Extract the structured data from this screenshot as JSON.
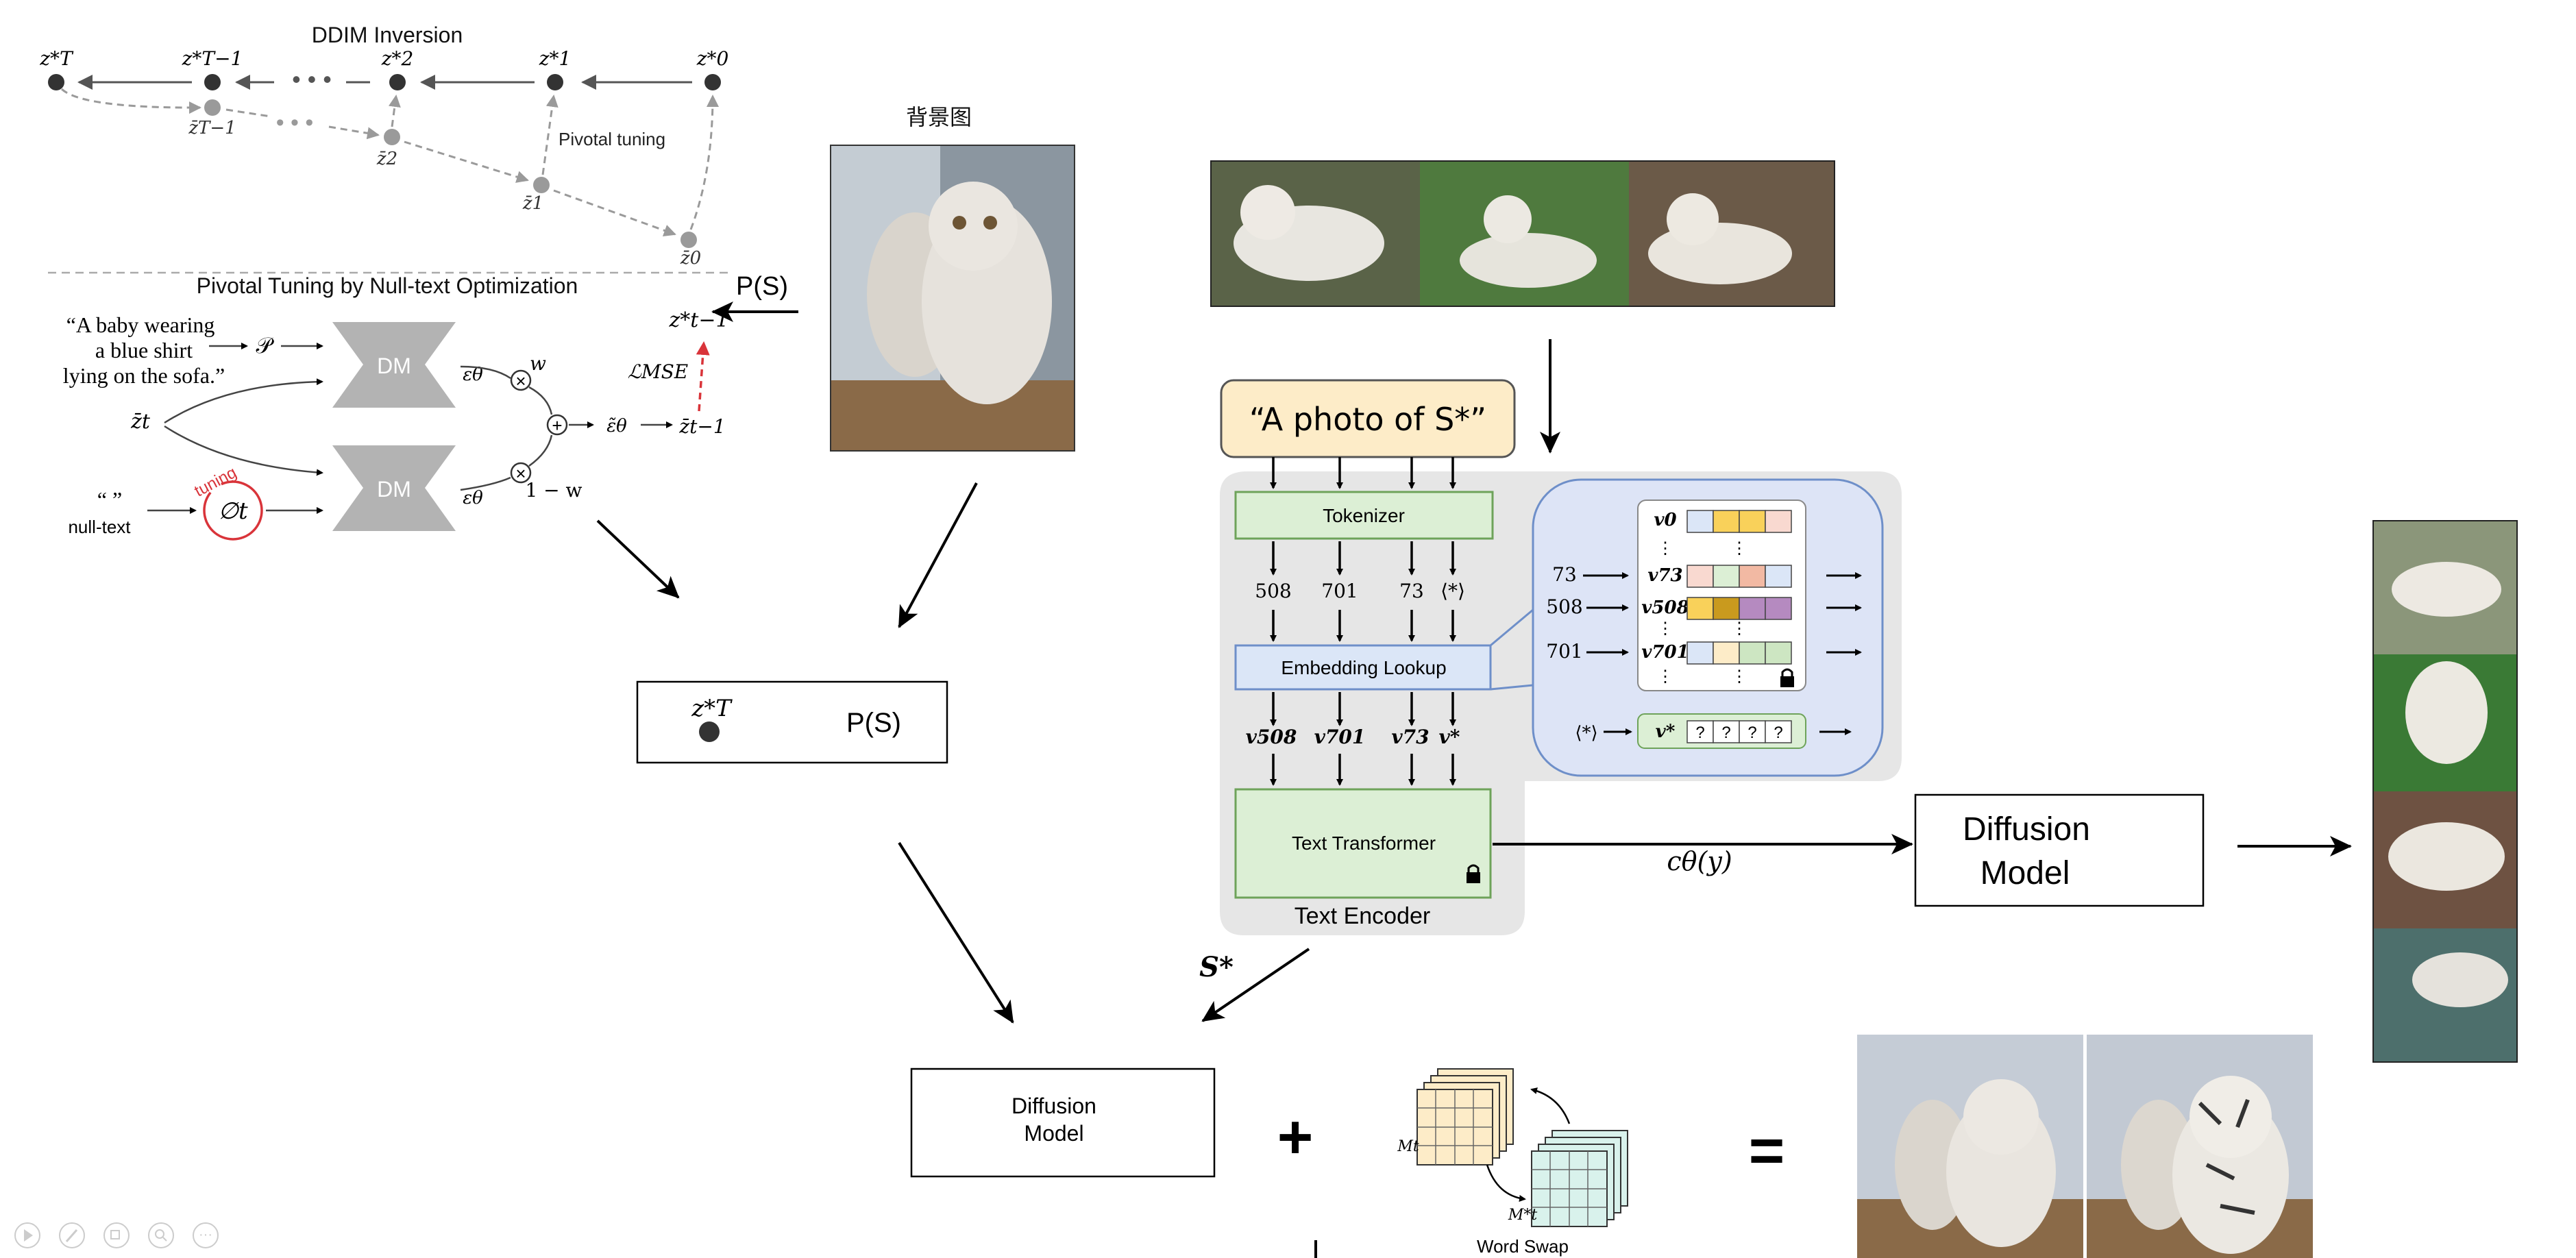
{
  "ddim": {
    "title": "DDIM Inversion",
    "z_T": "z*T",
    "z_T1": "z*T−1",
    "z_2": "z*2",
    "z_1": "z*1",
    "z_0": "z*0",
    "zb_T1": "z̄T−1",
    "zb_2": "z̄2",
    "zb_1": "z̄1",
    "zb_0": "z̄0",
    "pivotal_label": "Pivotal tuning"
  },
  "pivotal": {
    "title": "Pivotal Tuning by Null-text Optimization",
    "prompt_line1": "“A baby wearing",
    "prompt_line2": "a blue shirt",
    "prompt_line3": "lying on the sofa.”",
    "p_symbol": "𝒫",
    "zt": "z̄t",
    "dm": "DM",
    "eps": "εθ",
    "w": "w",
    "one_minus_w": "1 − w",
    "eps_tilde": "ε̃θ",
    "z_t_minus": "z̄t−1",
    "z_star_tminus": "z*t−1",
    "lmse": "ℒMSE",
    "null_quotes": "“ ”",
    "null_text": "null-text",
    "tuning": "tuning",
    "phi": "∅t",
    "ps_label": "P(S)"
  },
  "background": {
    "title": "背景图"
  },
  "latent_box": {
    "symbol": "z*T",
    "label": "P(S)"
  },
  "textual_inversion": {
    "prompt": "“A photo of S*”",
    "tokenizer": "Tokenizer",
    "tokens": [
      "508",
      "701",
      "73",
      "⟨*⟩"
    ],
    "embedding_lookup": "Embedding Lookup",
    "vectors": [
      "v508",
      "v701",
      "v73",
      "v*"
    ],
    "text_transformer": "Text Transformer",
    "text_encoder": "Text Encoder",
    "c_theta": "cθ(y)",
    "s_star": "S*",
    "table_rows": [
      {
        "idx": "",
        "v": "v0"
      },
      {
        "idx": "73",
        "v": "v73"
      },
      {
        "idx": "508",
        "v": "v508"
      },
      {
        "idx": "701",
        "v": "v701"
      }
    ],
    "star_token": "⟨*⟩",
    "star_v": "v*",
    "qmark": "?",
    "vdots": "⋮"
  },
  "diffusion_right": {
    "line1": "Diffusion",
    "line2": "Model"
  },
  "diffusion_bottom": {
    "line1": "Diffusion",
    "line2": "Model"
  },
  "operators": {
    "plus": "+",
    "equals": "="
  },
  "word_swap": {
    "label": "Word Swap",
    "mt": "Mt",
    "mt_star": "M*t"
  },
  "colors": {
    "tokenizer_fill": "#dcefd5",
    "tokenizer_stroke": "#6ea35a",
    "embed_fill": "#dbe6f7",
    "embed_stroke": "#6e8fc9",
    "prompt_fill": "#fdecc8",
    "prompt_stroke": "#c9a45a",
    "encoder_bg": "#e6e6e6",
    "zoom_fill": "#dde4f6",
    "zoom_stroke": "#6e8fc9",
    "dm_gray": "#b3b3b3",
    "tuning_red": "#d9343a"
  },
  "icons": [
    "play-icon",
    "pen-icon",
    "copy-icon",
    "zoom-icon",
    "more-icon",
    "lock-icon"
  ]
}
